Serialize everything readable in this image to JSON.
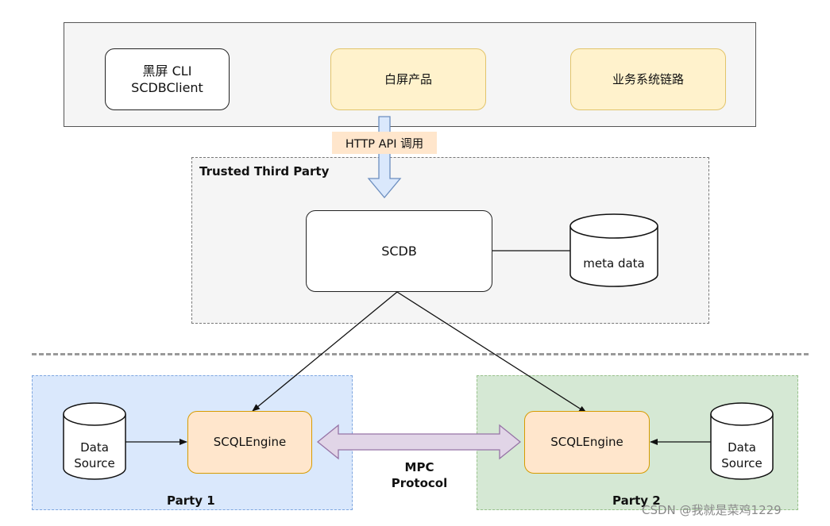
{
  "top": {
    "cli_line1": "黑屏 CLI",
    "cli_line2": "SCDBClient",
    "white_screen": "白屏产品",
    "business": "业务系统链路"
  },
  "api_label": "HTTP API 调用",
  "ttp": {
    "title": "Trusted Third Party",
    "scdb": "SCDB",
    "meta": "meta data"
  },
  "party1": {
    "title": "Party 1",
    "engine": "SCQLEngine",
    "source_line1": "Data",
    "source_line2": "Source"
  },
  "party2": {
    "title": "Party 2",
    "engine": "SCQLEngine",
    "source_line1": "Data",
    "source_line2": "Source"
  },
  "mpc": {
    "line1": "MPC",
    "line2": "Protocol"
  },
  "watermark": "CSDN @我就是菜鸡1229",
  "colors": {
    "yellow_fill": "#fff2cc",
    "orange_fill": "#ffe6cc",
    "blue_region": "#dae8fc",
    "green_region": "#d5e8d4",
    "blue_arrow": "#dae8fc",
    "purple_arrow": "#e1d5e7"
  }
}
